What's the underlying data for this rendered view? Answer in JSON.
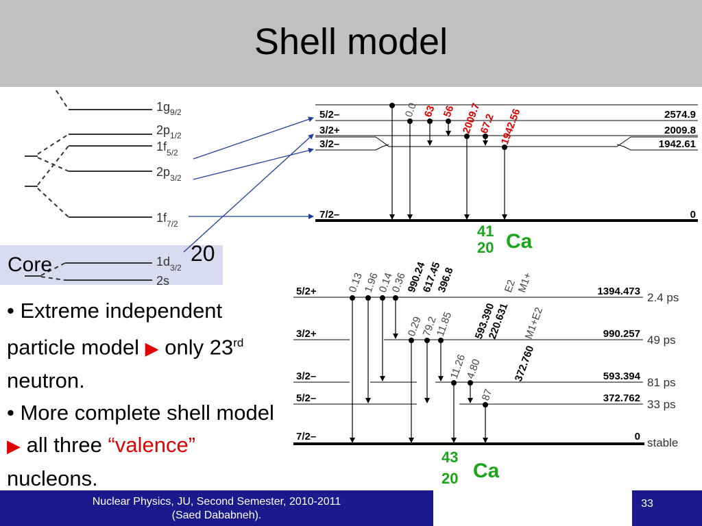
{
  "slide": {
    "title": "Shell model",
    "core_label": "Core",
    "magic_number": "20",
    "bullets": {
      "b1_a": "• Extreme independent particle model",
      "b1_b": "only 23",
      "b1_sup": "rd",
      "b1_c": "neutron.",
      "b2_a": "• More complete shell model",
      "b2_b": "all three",
      "b2_valence": "“valence”",
      "b2_c": "nucleons."
    },
    "arrow_glyph": "▶",
    "footer_line1": "Nuclear Physics, JU, Second Semester, 2010-2011",
    "footer_line2": "(Saed Dababneh).",
    "page_number": "33"
  },
  "orbitals": {
    "g9": {
      "base": "1g",
      "sub": "9/2"
    },
    "p1": {
      "base": "2p",
      "sub": "1/2"
    },
    "f5": {
      "base": "1f",
      "sub": "5/2"
    },
    "p3": {
      "base": "2p",
      "sub": "3/2"
    },
    "f7": {
      "base": "1f",
      "sub": "7/2"
    },
    "d3": {
      "base": "1d",
      "sub": "3/2"
    },
    "s": {
      "base": "2s",
      "sub": ""
    }
  },
  "ca41": {
    "mass": "41",
    "z": "20",
    "symbol": "Ca",
    "spins": {
      "s52": "5/2–",
      "s32p": "3/2+",
      "s32m": "3/2–",
      "s72": "7/2–"
    },
    "energies": {
      "e1": "2574.9",
      "e2": "2009.8",
      "e3": "1942.61",
      "e0": "0"
    },
    "gammas": {
      "g1": "0.0",
      "g2": "63",
      "g3": "56",
      "g4": "2009.7",
      "g5": "67.2",
      "g6": "1942.56"
    }
  },
  "ca43": {
    "mass": "43",
    "z": "20",
    "symbol": "Ca",
    "spins": {
      "s1": "5/2+",
      "s2": "3/2+",
      "s3": "3/2–",
      "s4": "5/2–",
      "s5": "7/2–"
    },
    "energies": {
      "e1": "1394.473",
      "e2": "990.257",
      "e3": "593.394",
      "e4": "372.762",
      "e5": "0"
    },
    "halflives": {
      "h1": "2.4 ps",
      "h2": "49 ps",
      "h3": "81 ps",
      "h4": "33 ps",
      "h5": "stable"
    },
    "gammas": {
      "a1": "0.13",
      "a2": "1.96",
      "a3": "0.14",
      "a4": "0.36",
      "a5": "990.24",
      "a6": "617.45",
      "a7": "396.8",
      "a8": "E2",
      "a9": "M1+",
      "b1": "0.29",
      "b2": "79.2",
      "b3": "11.85",
      "b4": "593.390",
      "b5": "220.631",
      "b6": "372.760",
      "b7": "M1+E2",
      "c1": "11.26",
      "c2": "4.80",
      "c3": "87"
    }
  },
  "colors": {
    "title_bg": "#c0c0c0",
    "footer_bg": "#1a1a8c",
    "accent_red": "#e00000",
    "isotope_green": "#1aa51a",
    "arrow_blue": "#1f3e99",
    "core_bg": "#d9dcf0"
  }
}
